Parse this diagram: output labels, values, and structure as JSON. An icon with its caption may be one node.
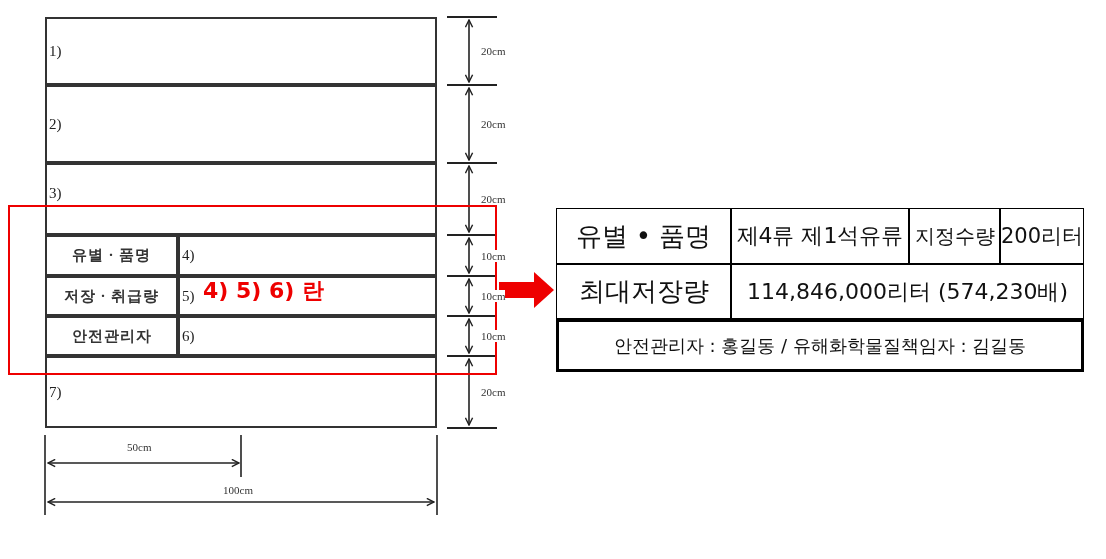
{
  "diagram": {
    "nodes": [
      {
        "text": [
          "1)"
        ]
      },
      {
        "text": [
          "2)"
        ]
      },
      {
        "text": [
          "3)"
        ]
      },
      {
        "text": [
          "유별 · 품명"
        ],
        "in": 10
      },
      {
        "text": [
          "4)"
        ],
        "in": 10
      },
      {
        "text": [
          "저장 · 취급량"
        ],
        "in": 10
      },
      {
        "text": [
          "5)"
        ],
        "in": 10
      },
      {
        "text": [
          "안전관리자"
        ],
        "in": 10
      },
      {
        "text": [
          "6)"
        ],
        "in": 10
      },
      {
        "text": [
          "7)"
        ]
      },
      {
        "text": [],
        "shape": "box"
      },
      {
        "text": [],
        "shape": "box"
      },
      {
        "text": [
          "유별 • 품명"
        ],
        "in": 11
      },
      {
        "text": [
          "제4류 제1석유류"
        ],
        "in": 11
      },
      {
        "text": [
          "지정수량"
        ],
        "in": 11
      },
      {
        "text": [
          "200리터"
        ],
        "in": 11
      },
      {
        "text": [
          "최대저장량"
        ],
        "in": 11
      },
      {
        "text": [
          "114,846,000리터 (574,230배)"
        ],
        "in": 11
      },
      {
        "text": [
          "안전관리자 : 홍길동 / 유해화학물질책임자 : 김길동"
        ],
        "in": 11
      }
    ],
    "edges": [
      {
        "from": 10,
        "to": 11,
        "arrow": "to"
      }
    ],
    "labels": [
      "20cm",
      "20cm",
      "20cm",
      "10cm",
      "4) 5) 6) 란",
      "10cm",
      "10cm",
      "20cm",
      "50cm",
      "100cm"
    ]
  }
}
